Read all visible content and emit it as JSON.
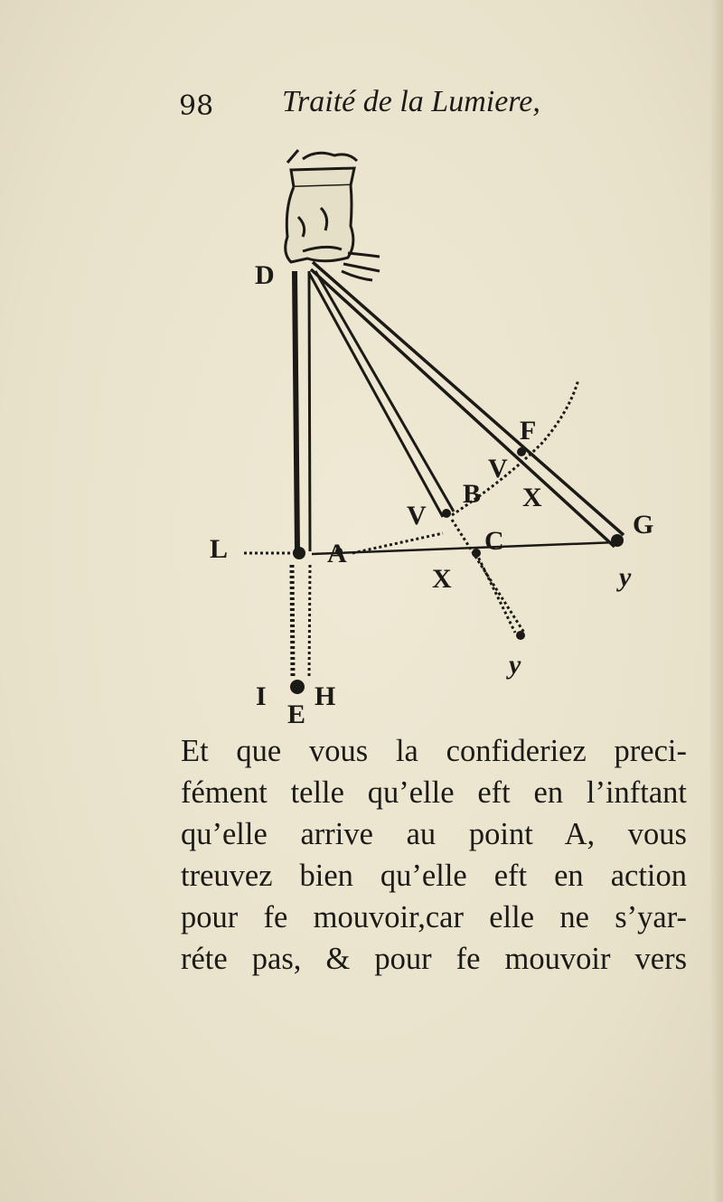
{
  "header": {
    "page_number": "98",
    "running_title": "Traité de la Lumiere,"
  },
  "figure": {
    "labels": {
      "D": "D",
      "L": "L",
      "A": "A",
      "X": "X",
      "C": "C",
      "G": "G",
      "y_right": "y",
      "y_bottom": "y",
      "F": "F",
      "B": "B",
      "V": "V",
      "V_lower": "V",
      "X_upper": "X",
      "I": "I",
      "E": "E",
      "H": "H"
    }
  },
  "body": {
    "lines": [
      "Et que vous la confideriez preci-",
      "fément telle qu’elle eft en l’inftant",
      "qu’elle arrive  au point A, vous",
      "treuvez bien qu’elle eft en action",
      "pour fe mouvoir,car elle ne s’yar-",
      "réte pas, & pour fe mouvoir vers"
    ]
  }
}
